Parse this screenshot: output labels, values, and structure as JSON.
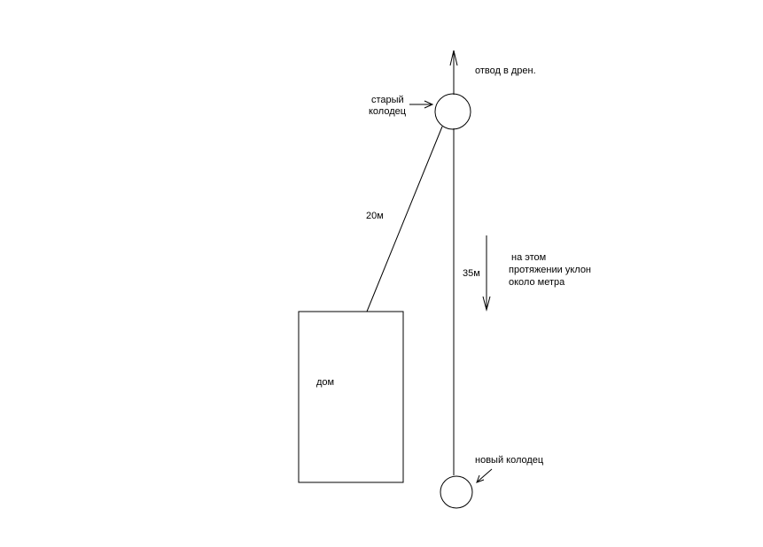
{
  "labels": {
    "drain_outlet": "отвод в дрен.",
    "old_well_line1": "старый",
    "old_well_line2": "колодец",
    "distance_house_to_old_well": "20м",
    "distance_new_to_old_well": "35м",
    "slope_note_line1": "на этом",
    "slope_note_line2": "протяжении уклон",
    "slope_note_line3": "около метра",
    "house": "дом",
    "new_well": "новый колодец"
  },
  "colors": {
    "stroke": "#000000",
    "background": "#ffffff"
  }
}
